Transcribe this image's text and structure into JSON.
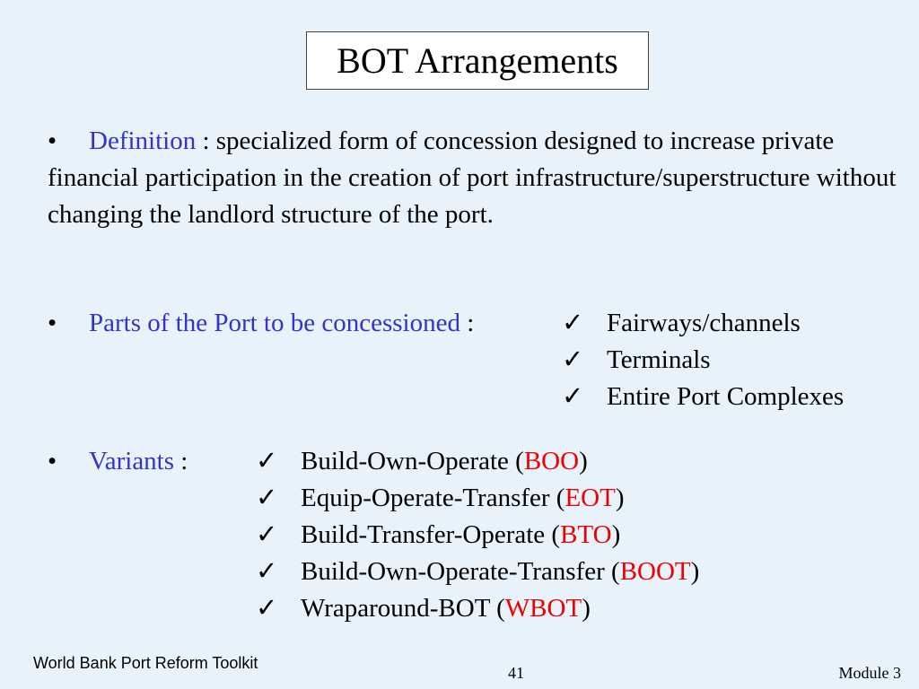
{
  "slide": {
    "title": "BOT Arrangements",
    "definition": {
      "bullet": "•",
      "label": "Definition",
      "sep": " : ",
      "text": "specialized form of concession designed to increase private financial participation in the creation of port infrastructure/superstructure without changing the landlord structure of the port."
    },
    "parts": {
      "bullet": "•",
      "label": "Parts of the Port to be concessioned",
      "sep": " :",
      "check": "✓",
      "items": [
        "Fairways/channels",
        "Terminals",
        "Entire Port Complexes"
      ]
    },
    "variants": {
      "bullet": "•",
      "label": "Variants",
      "sep": " :",
      "check": "✓",
      "items": [
        {
          "prefix": "Build-Own-Operate (",
          "abbr": "BOO",
          "suffix": ")"
        },
        {
          "prefix": "Equip-Operate-Transfer (",
          "abbr": "EOT",
          "suffix": ")"
        },
        {
          "prefix": "Build-Transfer-Operate (",
          "abbr": "BTO",
          "suffix": ")"
        },
        {
          "prefix": "Build-Own-Operate-Transfer (",
          "abbr": "BOOT",
          "suffix": ")"
        },
        {
          "prefix": "Wraparound-BOT (",
          "abbr": "WBOT",
          "suffix": ")"
        }
      ]
    }
  },
  "footer": {
    "left": "World Bank Port Reform Toolkit",
    "page": "41",
    "module": "Module 3"
  },
  "colors": {
    "background": "#e7f2fb",
    "label_blue": "#3333cc",
    "abbr_red": "#ee0000"
  }
}
